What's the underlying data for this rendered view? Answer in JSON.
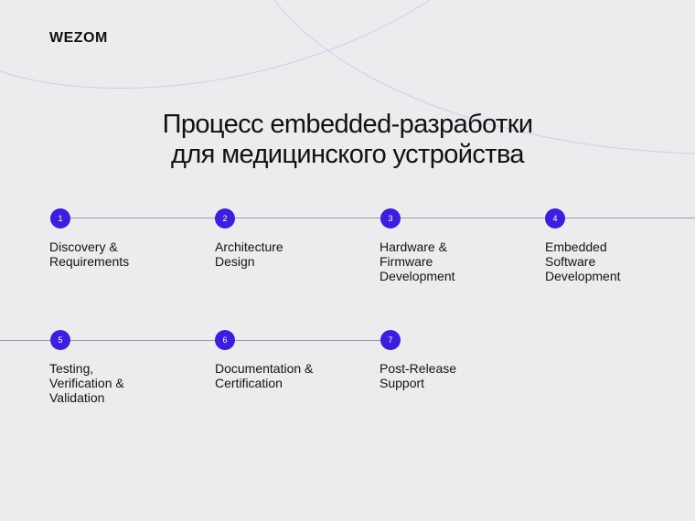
{
  "brand": {
    "logo_text": "WEZOM"
  },
  "heading": {
    "line1": "Процесс embedded-разработки",
    "line2": "для медицинского устройства"
  },
  "colors": {
    "accent": "#3b1fdc",
    "background": "#ececee",
    "line": "#9a9aa3",
    "arc": "#c9c6ea"
  },
  "steps": [
    {
      "number": "1",
      "label": "Discovery &\nRequirements"
    },
    {
      "number": "2",
      "label": "Architecture\nDesign"
    },
    {
      "number": "3",
      "label": "Hardware &\nFirmware\nDevelopment"
    },
    {
      "number": "4",
      "label": "Embedded\nSoftware\nDevelopment"
    },
    {
      "number": "5",
      "label": "Testing,\nVerification &\nValidation"
    },
    {
      "number": "6",
      "label": "Documentation &\nCertification"
    },
    {
      "number": "7",
      "label": "Post-Release\nSupport"
    }
  ]
}
